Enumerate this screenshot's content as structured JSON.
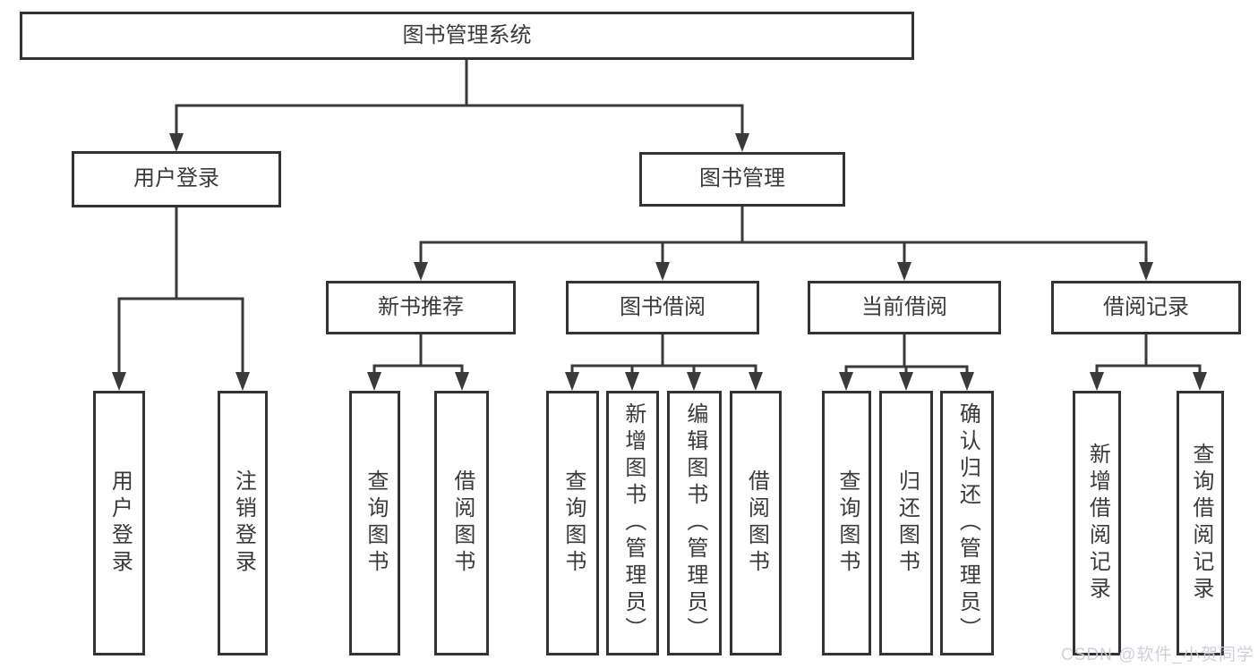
{
  "tree": {
    "root": {
      "label": "图书管理系统"
    },
    "branches": [
      {
        "label": "用户登录",
        "children": [
          {
            "label": "用户登录"
          },
          {
            "label": "注销登录"
          }
        ]
      },
      {
        "label": "图书管理",
        "groups": [
          {
            "label": "新书推荐",
            "children": [
              {
                "label": "查询图书"
              },
              {
                "label": "借阅图书"
              }
            ]
          },
          {
            "label": "图书借阅",
            "children": [
              {
                "label": "查询图书"
              },
              {
                "label": "新增图书（管理员）"
              },
              {
                "label": "编辑图书（管理员）"
              },
              {
                "label": "借阅图书"
              }
            ]
          },
          {
            "label": "当前借阅",
            "children": [
              {
                "label": "查询图书"
              },
              {
                "label": "归还图书"
              },
              {
                "label": "确认归还（管理员）"
              }
            ]
          },
          {
            "label": "借阅记录",
            "children": [
              {
                "label": "新增借阅记录"
              },
              {
                "label": "查询借阅记录"
              }
            ]
          }
        ]
      }
    ]
  },
  "watermark": {
    "text": "CSDN @软件_小贺同学"
  },
  "colors": {
    "line": "#3a3a3a",
    "box_border": "#333333",
    "text": "#3a3a3a",
    "background": "#ffffff",
    "watermark": "#cbcfd5"
  }
}
